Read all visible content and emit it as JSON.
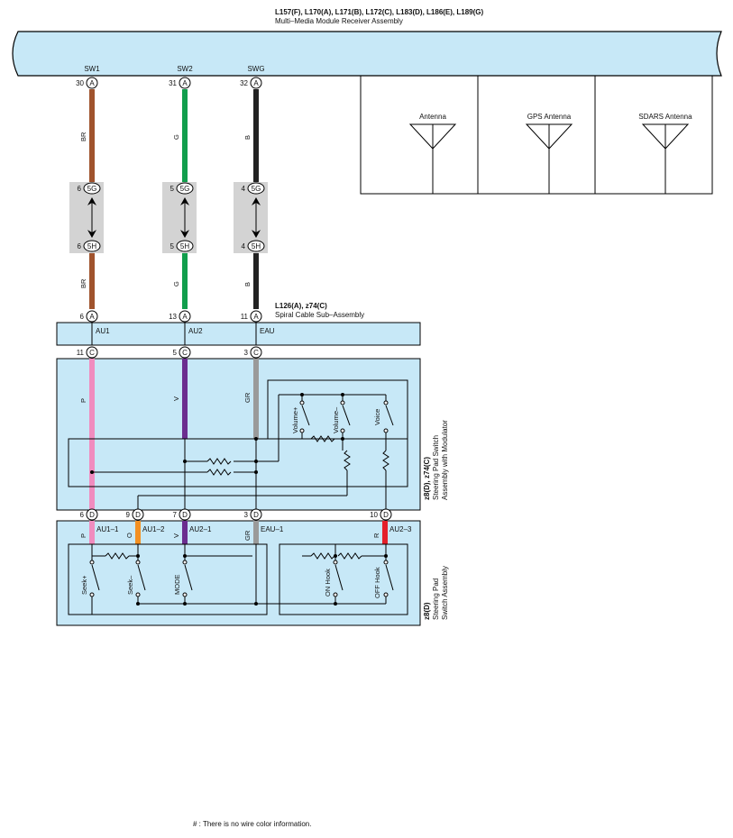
{
  "receiver": {
    "title": "L157(F), L170(A), L171(B), L172(C), L183(D), L186(E), L189(G)",
    "name": "Multi–Media Module Receiver Assembly",
    "terminals": [
      {
        "label": "SW1",
        "pin": "30",
        "conn": "A"
      },
      {
        "label": "SW2",
        "pin": "31",
        "conn": "A"
      },
      {
        "label": "SWG",
        "pin": "32",
        "conn": "A"
      }
    ],
    "antennas": [
      "Antenna",
      "GPS Antenna",
      "SDARS Antenna"
    ]
  },
  "wires_top": [
    {
      "color_label": "BR",
      "hex": "#a0532d"
    },
    {
      "color_label": "G",
      "hex": "#119e4c"
    },
    {
      "color_label": "B",
      "hex": "#222222"
    }
  ],
  "junctions": [
    {
      "pin_top": "6",
      "conn_top": "5G",
      "pin_bottom": "6",
      "conn_bottom": "5H"
    },
    {
      "pin_top": "5",
      "conn_top": "5G",
      "pin_bottom": "5",
      "conn_bottom": "5H"
    },
    {
      "pin_top": "4",
      "conn_top": "5G",
      "pin_bottom": "4",
      "conn_bottom": "5H"
    }
  ],
  "spiral": {
    "title": "L126(A), z74(C)",
    "name": "Spiral Cable Sub–Assembly",
    "in_pins": [
      {
        "pin": "6",
        "conn": "A"
      },
      {
        "pin": "13",
        "conn": "A"
      },
      {
        "pin": "11",
        "conn": "A"
      }
    ],
    "labels": [
      "AU1",
      "AU2",
      "EAU"
    ],
    "out_pins": [
      {
        "pin": "11",
        "conn": "C"
      },
      {
        "pin": "5",
        "conn": "C"
      },
      {
        "pin": "3",
        "conn": "C"
      }
    ]
  },
  "wires_mid": [
    {
      "color_label": "P",
      "hex": "#f08cbf"
    },
    {
      "color_label": "V",
      "hex": "#6b2d8f"
    },
    {
      "color_label": "GR",
      "hex": "#9a9a9a"
    }
  ],
  "modulator": {
    "codes": "z8(D), z74(C)",
    "name_line1": "Steering Pad Switch",
    "name_line2": "Assembly with Modulator",
    "switches": [
      "Volume+",
      "Volume–",
      "Voice"
    ]
  },
  "d_pins": [
    {
      "pin": "6",
      "conn": "D"
    },
    {
      "pin": "9",
      "conn": "D"
    },
    {
      "pin": "7",
      "conn": "D"
    },
    {
      "pin": "3",
      "conn": "D"
    },
    {
      "pin": "10",
      "conn": "D"
    }
  ],
  "steering_pad": {
    "codes": "z8(D)",
    "name_line1": "Steering Pad",
    "name_line2": "Switch Assembly",
    "wire_labels": [
      "P",
      "O",
      "V",
      "GR",
      "R"
    ],
    "signal_labels": [
      "AU1–1",
      "AU1–2",
      "AU2–1",
      "EAU–1",
      "AU2–3"
    ],
    "switches": [
      "Seek+",
      "Seek–",
      "MODE",
      "ON Hook",
      "OFF Hook"
    ]
  },
  "colors": {
    "box_fill": "#c7e8f7",
    "junction_fill": "#d3d3d3",
    "orange": "#f39022",
    "red": "#e4202a"
  },
  "footnote": "# : There is no wire color information."
}
